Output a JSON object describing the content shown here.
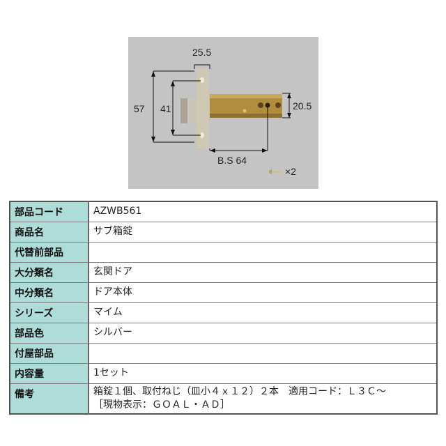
{
  "diagram": {
    "dimensions": {
      "faceplate_width": "25.5",
      "faceplate_height": "57",
      "screw_pitch": "41",
      "backset": "B.S 64",
      "body_width": "20.5"
    },
    "screw_note": "×2"
  },
  "spec_table": {
    "rows": [
      {
        "label": "部品コード",
        "value": "AZWB561"
      },
      {
        "label": "商品名",
        "value": "サブ箱錠"
      },
      {
        "label": "代替前部品",
        "value": ""
      },
      {
        "label": "大分類名",
        "value": "玄関ドア"
      },
      {
        "label": "中分類名",
        "value": "ドア本体"
      },
      {
        "label": "シリーズ",
        "value": "マイム"
      },
      {
        "label": "部品色",
        "value": "シルバー"
      },
      {
        "label": "付屋部品",
        "value": ""
      },
      {
        "label": "内容量",
        "value": "1セット"
      },
      {
        "label": "備考",
        "value_line1": "箱錠１個、取付ねじ（皿小４ｘ１２）２本　適用コード：Ｌ３Ｃ～",
        "value_line2": "［現物表示：ＧＯＡＬ・ＡＤ］"
      }
    ]
  },
  "colors": {
    "label_bg": "#aedcd6",
    "photo_bg": "#c4c4c4",
    "border": "#555555"
  }
}
